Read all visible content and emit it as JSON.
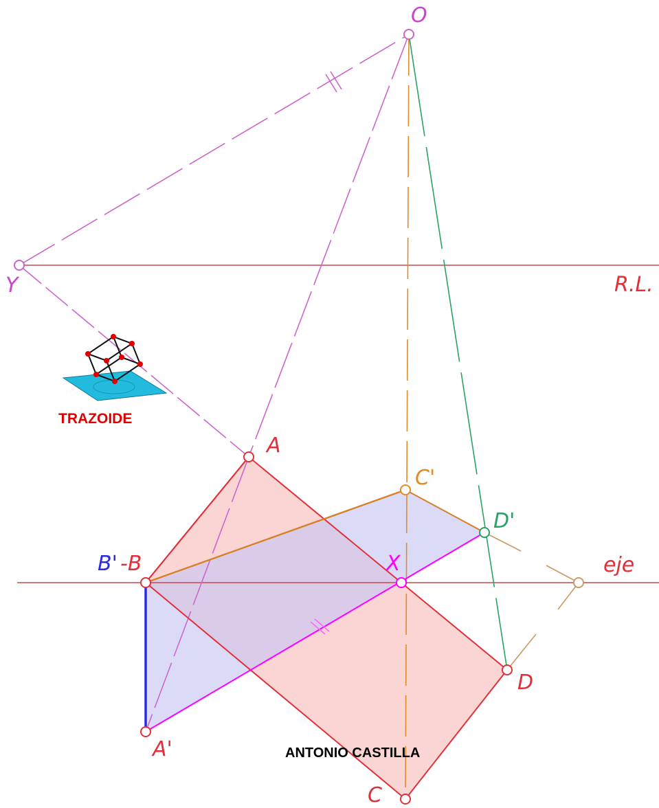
{
  "labels": {
    "O": "O",
    "Y": "Y",
    "RL": "R.L.",
    "A": "A",
    "C_prime": "C'",
    "D_prime": "D'",
    "B_prime_B": "B'-B",
    "X": "X",
    "eje": "eje",
    "D": "D",
    "A_prime": "A'",
    "C": "C"
  },
  "logo": {
    "text": "TRAZOIDE"
  },
  "credit": "ANTONIO  CASTILLA",
  "colors": {
    "red": "#e0303a",
    "orange": "#e08a2a",
    "green": "#2aa266",
    "blue": "#2a2ae0",
    "violet": "#cc66cc",
    "magenta": "#ff00ff",
    "rect_fill": "#fbd2d2",
    "proj_fill": "#d6d6f6",
    "logo_plane": "#22bbdd"
  }
}
